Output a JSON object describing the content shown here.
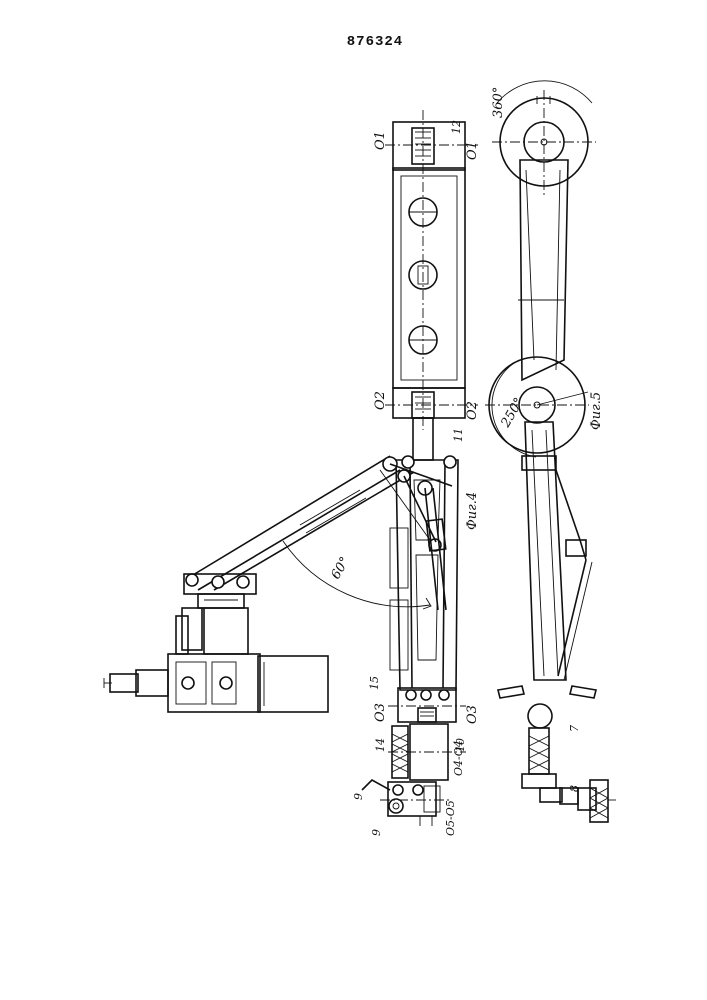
{
  "document": {
    "patent_number": "876324"
  },
  "labels": {
    "o1_left": "O1",
    "o1_right": "O1",
    "o2_left": "O2",
    "o2_right": "O2",
    "o3_left": "O3",
    "o3_right": "O3",
    "o4": "O4-O4",
    "o5": "O5-O5",
    "n12": "12",
    "n11": "11",
    "n15": "15",
    "n14": "14",
    "n10": "10",
    "n9a": "9",
    "n9b": "9",
    "n7": "7",
    "n8": "8",
    "fig4": "Фиг.4",
    "fig5": "Фиг.5",
    "angle60": "60°",
    "angle250": "250°",
    "angle360": "360°"
  }
}
